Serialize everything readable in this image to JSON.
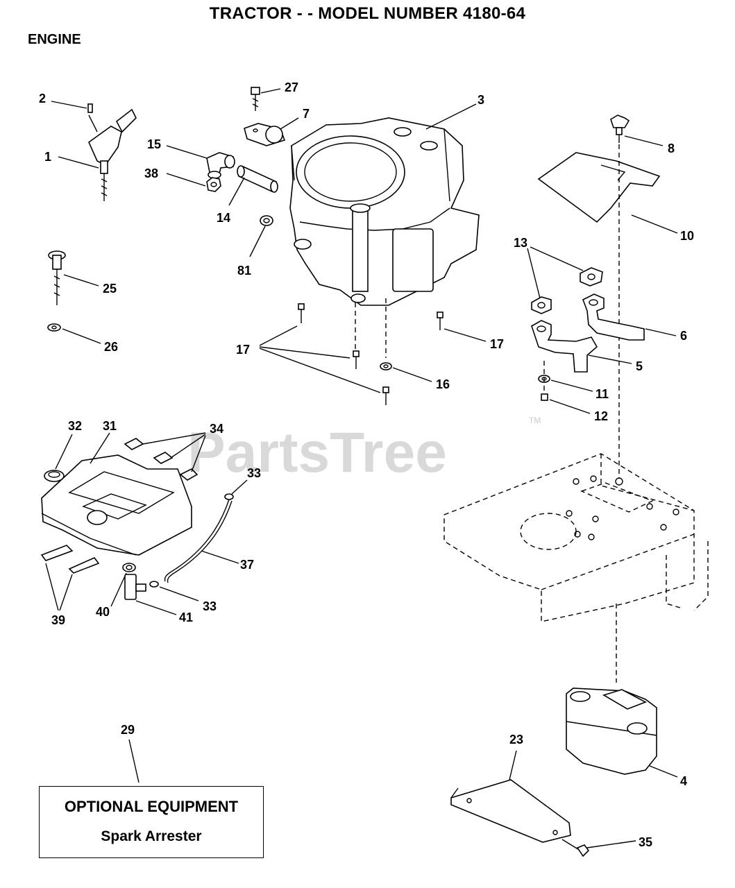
{
  "header": {
    "title": "TRACTOR - - MODEL NUMBER 4180-64",
    "section": "ENGINE"
  },
  "watermark": {
    "text": "PartsTree",
    "tm": "TM"
  },
  "callouts": {
    "c1": "1",
    "c2": "2",
    "c3": "3",
    "c4": "4",
    "c5": "5",
    "c6": "6",
    "c7": "7",
    "c8": "8",
    "c10": "10",
    "c11": "11",
    "c12": "12",
    "c13": "13",
    "c14": "14",
    "c15": "15",
    "c16": "16",
    "c17a": "17",
    "c17b": "17",
    "c23": "23",
    "c25": "25",
    "c26": "26",
    "c27": "27",
    "c29": "29",
    "c31": "31",
    "c32": "32",
    "c33a": "33",
    "c33b": "33",
    "c34": "34",
    "c35": "35",
    "c37": "37",
    "c38": "38",
    "c39": "39",
    "c40": "40",
    "c41": "41",
    "c81": "81"
  },
  "optional_box": {
    "title": "OPTIONAL EQUIPMENT",
    "item": "Spark Arrester"
  },
  "colors": {
    "line": "#000000",
    "watermark": "#d9d9d9",
    "background": "#ffffff"
  }
}
